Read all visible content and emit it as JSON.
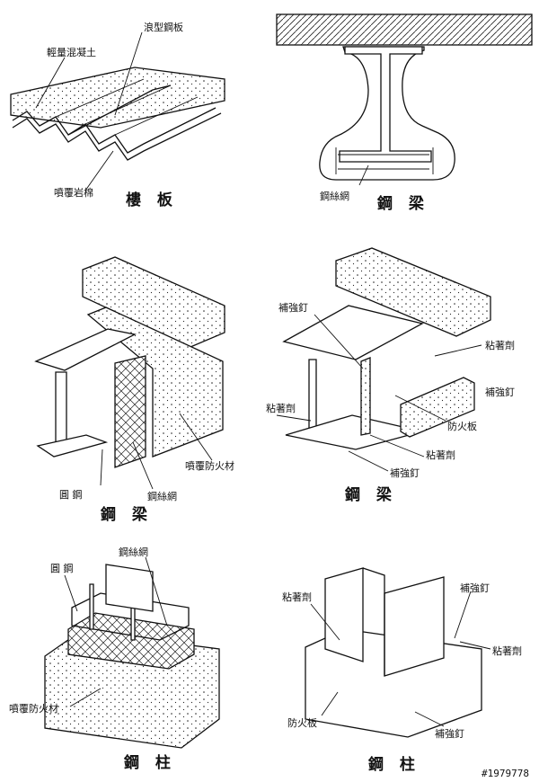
{
  "panels": {
    "floor_slab": {
      "caption": "樓 板",
      "labels": {
        "lightweight_concrete": "輕量混凝土",
        "corrugated_steel": "浪型鋼板",
        "sprayed_rockwool": "噴覆岩棉"
      }
    },
    "steel_beam_top": {
      "caption": "鋼 梁",
      "labels": {
        "wire_mesh": "鋼絲網"
      }
    },
    "steel_beam_mid_left": {
      "caption": "鋼 梁",
      "labels": {
        "round_steel": "圓 鋼",
        "wire_mesh": "鋼絲網",
        "sprayed_fireproof": "噴覆防火材"
      }
    },
    "steel_beam_mid_right": {
      "caption": "鋼 梁",
      "labels": {
        "reinforcing_nail_top": "補強釘",
        "adhesive_right": "粘著劑",
        "reinforcing_nail_right": "補強釘",
        "adhesive_left": "粘著劑",
        "fire_board": "防火板",
        "adhesive_bottom": "粘著劑",
        "reinforcing_nail_bottom": "補強釘"
      }
    },
    "steel_column_left": {
      "caption": "鋼 柱",
      "labels": {
        "round_steel": "圓 鋼",
        "wire_mesh": "鋼絲網",
        "sprayed_fireproof": "噴覆防火材"
      }
    },
    "steel_column_right": {
      "caption": "鋼 柱",
      "labels": {
        "adhesive_left": "粘著劑",
        "reinforcing_nail_top": "補強釘",
        "adhesive_right": "粘著劑",
        "fire_board": "防火板",
        "reinforcing_nail_bottom": "補強釘"
      }
    }
  },
  "watermark": "#1979778"
}
